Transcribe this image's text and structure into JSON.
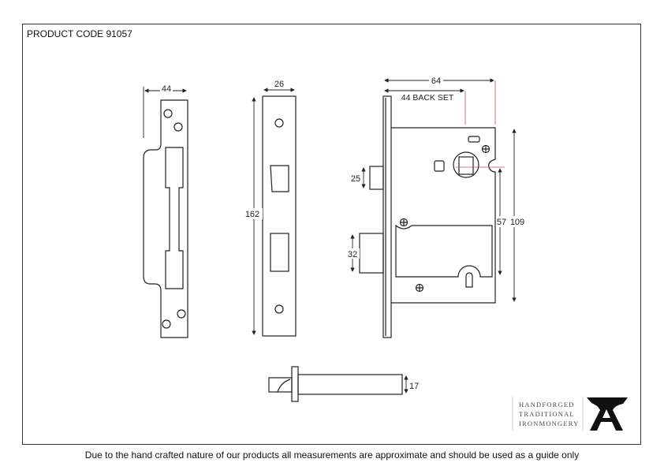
{
  "product_code": "PRODUCT CODE 91057",
  "footer": "Due to the hand crafted nature of our products all measurements are approximate and should be used as a guide only",
  "dimensions": {
    "strike_width": "44",
    "forend_width": "26",
    "forend_height": "162",
    "case_depth": "64",
    "backset": "44 BACK SET",
    "latch_height": "25",
    "deadbolt_height": "32",
    "centres": "57",
    "case_height": "109",
    "bolt_height": "17"
  },
  "logo": {
    "line1": "HANDFORGED",
    "line2": "TRADITIONAL",
    "line3": "IRONMONGERY"
  },
  "colors": {
    "guide_line": "#c0505a"
  }
}
